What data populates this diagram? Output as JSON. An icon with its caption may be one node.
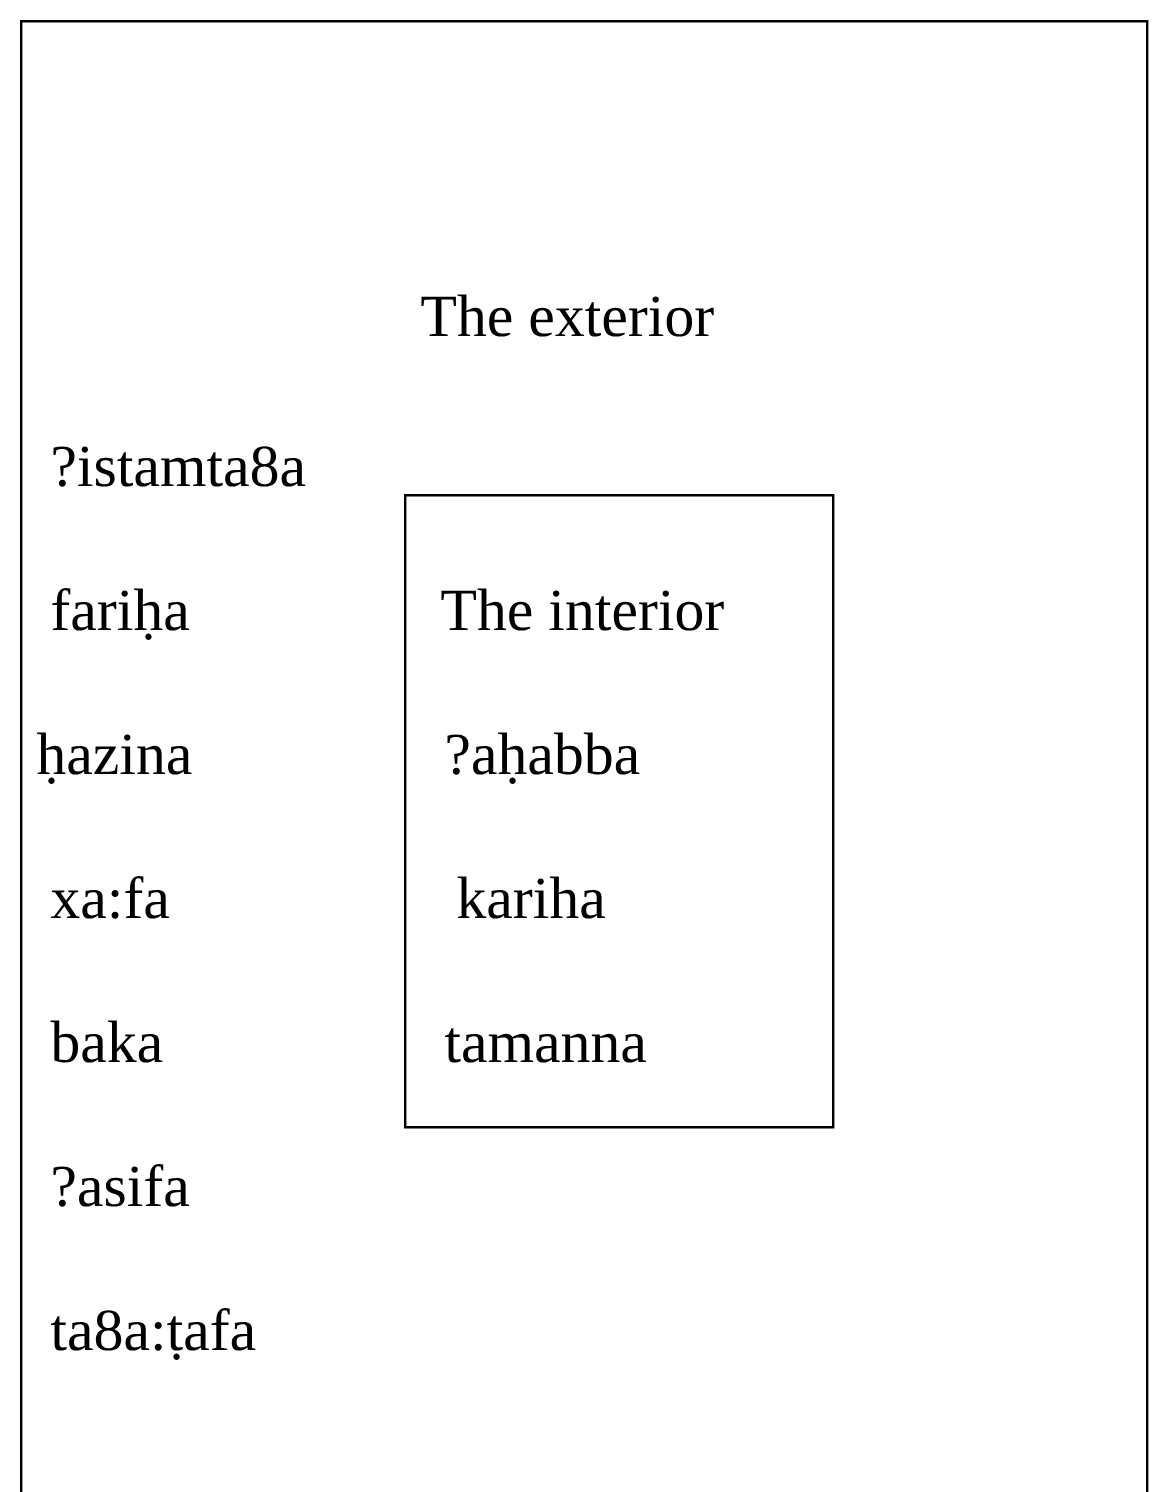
{
  "diagram": {
    "nodes": [
      {
        "text": [
          "The exterior",
          "?istamta8a",
          "fariḥa",
          "ḥazina",
          "xa:fa",
          "baka",
          "?asifa",
          "ta8a:ṭafa"
        ]
      },
      {
        "text": [
          "The interior",
          "?aḥabba",
          "kariha",
          "tamanna"
        ],
        "in": 0
      }
    ]
  }
}
